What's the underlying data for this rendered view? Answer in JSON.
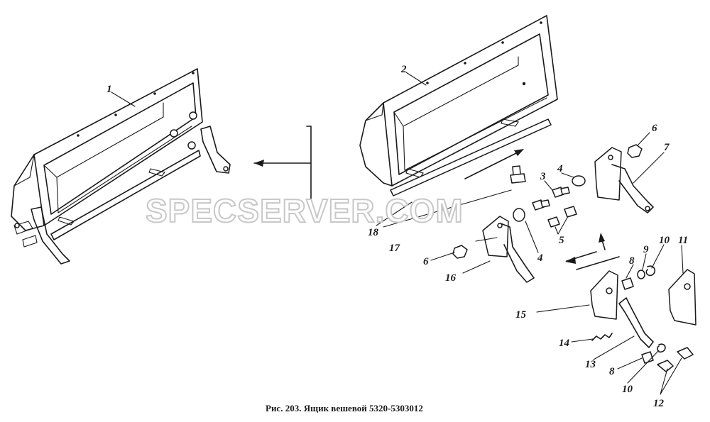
{
  "caption": "Рис. 203. Ящик вешевой 5320-5303012",
  "watermark": "SPECSERVER.COM",
  "callouts": [
    {
      "id": "c1",
      "text": "1"
    },
    {
      "id": "c2",
      "text": "2"
    },
    {
      "id": "c3",
      "text": "3"
    },
    {
      "id": "c4a",
      "text": "4"
    },
    {
      "id": "c4b",
      "text": "4"
    },
    {
      "id": "c5",
      "text": "5"
    },
    {
      "id": "c6a",
      "text": "6"
    },
    {
      "id": "c6b",
      "text": "6"
    },
    {
      "id": "c7",
      "text": "7"
    },
    {
      "id": "c8a",
      "text": "8"
    },
    {
      "id": "c8b",
      "text": "8"
    },
    {
      "id": "c9",
      "text": "9"
    },
    {
      "id": "c10a",
      "text": "10"
    },
    {
      "id": "c10b",
      "text": "10"
    },
    {
      "id": "c11",
      "text": "11"
    },
    {
      "id": "c12",
      "text": "12"
    },
    {
      "id": "c13",
      "text": "13"
    },
    {
      "id": "c14",
      "text": "14"
    },
    {
      "id": "c15",
      "text": "15"
    },
    {
      "id": "c16",
      "text": "16"
    },
    {
      "id": "c17",
      "text": "17"
    },
    {
      "id": "c18",
      "text": "18"
    }
  ]
}
